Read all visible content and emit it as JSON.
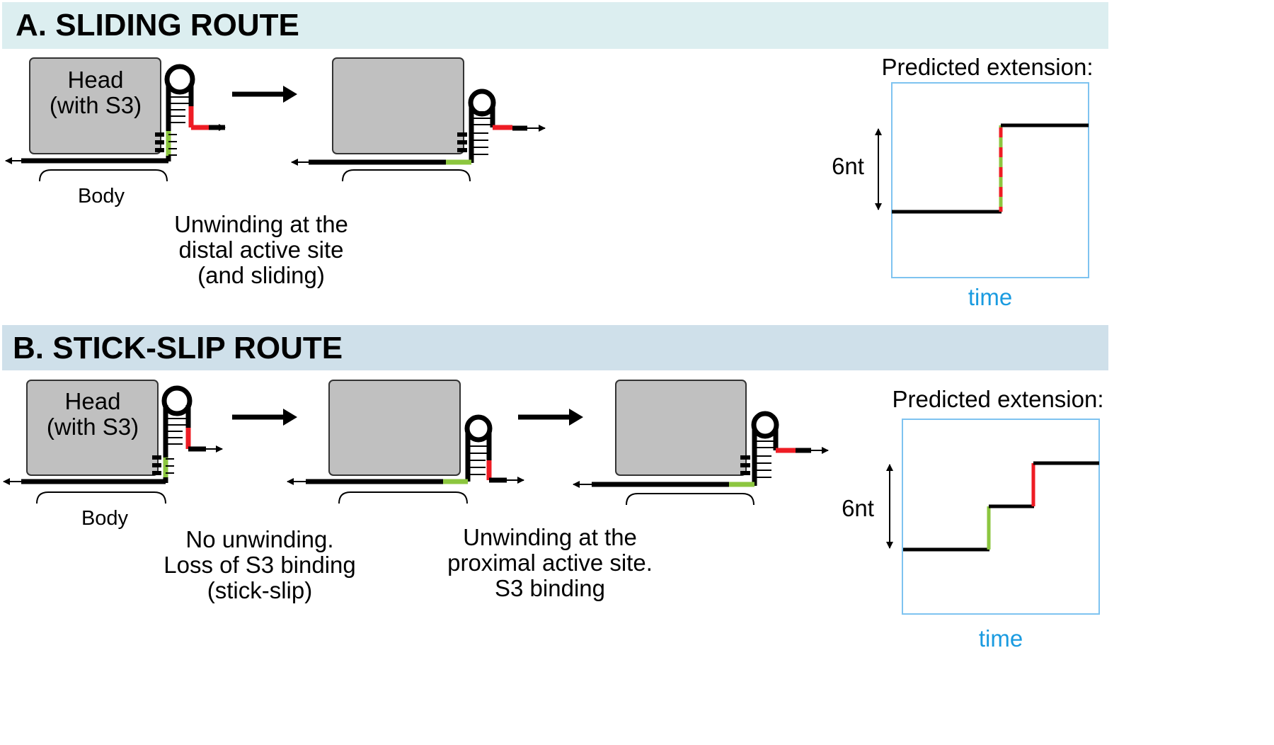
{
  "panel_a": {
    "title": "A.  SLIDING ROUTE",
    "head_label_line1": "Head",
    "head_label_line2": "(with S3)",
    "body_label": "Body",
    "caption_line1": "Unwinding at the",
    "caption_line2": "distal active site",
    "caption_line3": "(and sliding)",
    "plot_title": "Predicted extension:",
    "plot_scale_label": "6nt",
    "plot_xlabel": "time"
  },
  "panel_b": {
    "title": "B.  STICK-SLIP ROUTE",
    "head_label_line1": "Head",
    "head_label_line2": "(with S3)",
    "body_label": "Body",
    "caption1_line1": "No unwinding.",
    "caption1_line2": "Loss of S3 binding",
    "caption1_line3": "(stick-slip)",
    "caption2_line1": "Unwinding at the",
    "caption2_line2": "proximal active site.",
    "caption2_line3": "S3 binding",
    "plot_title": "Predicted extension:",
    "plot_scale_label": "6nt",
    "plot_xlabel": "time"
  },
  "colors": {
    "banner_a": "#dceef0",
    "banner_b": "#cfe0ea",
    "head_fill": "#c0c0c0",
    "green": "#8cc63f",
    "red": "#ee1c24",
    "time_label": "#1a9be0",
    "plot_frame": "#7ec3f0"
  }
}
